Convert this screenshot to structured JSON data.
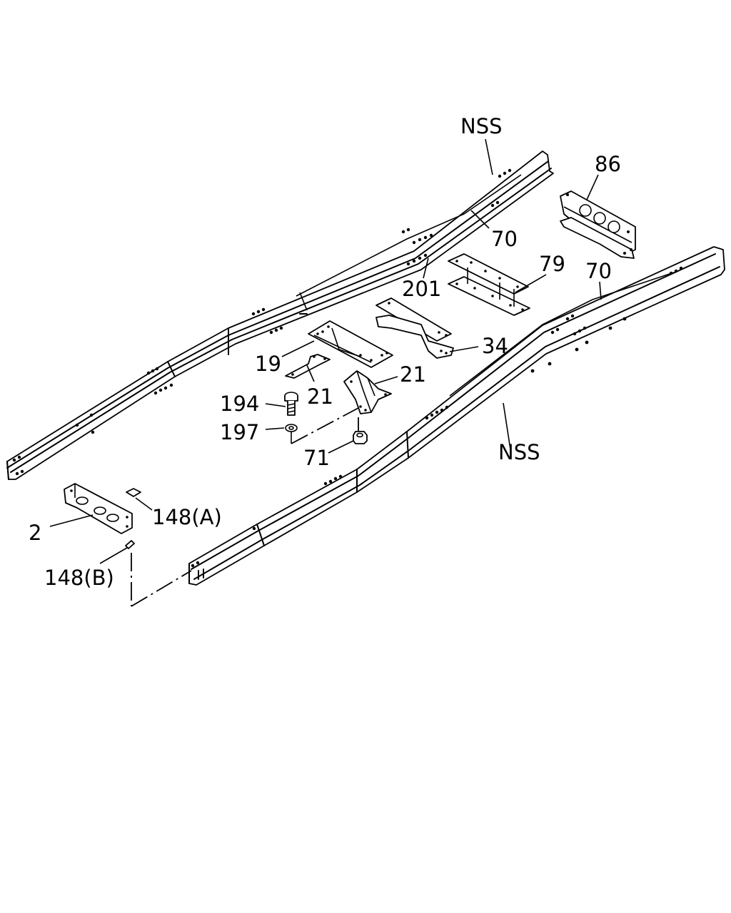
{
  "labels": {
    "nss_top": "NSS",
    "p86": "86",
    "p70_a": "70",
    "p79": "79",
    "p70_b": "70",
    "p201": "201",
    "p34": "34",
    "p19": "19",
    "p21_a": "21",
    "p21_b": "21",
    "p194": "194",
    "p197": "197",
    "p71": "71",
    "nss_bottom": "NSS",
    "p148a": "148(A)",
    "p2": "2",
    "p148b": "148(B)"
  }
}
